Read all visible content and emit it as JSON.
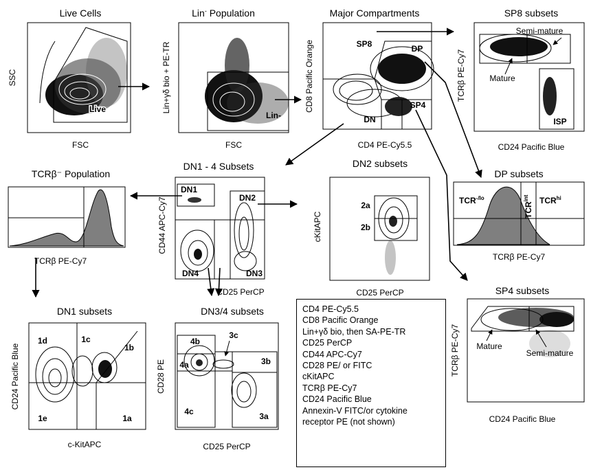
{
  "panels": {
    "live": {
      "title": "Live Cells",
      "x_label": "FSC",
      "y_label": "SSC",
      "gate": "Live"
    },
    "lin": {
      "title_main": "Lin",
      "title_sup": "-",
      "title_rest": " Population",
      "x_label": "FSC",
      "y_label": "Lin+γδ bio + PE-TR",
      "gate": "Lin-"
    },
    "major": {
      "title": "Major Compartments",
      "x_label": "CD4 PE-Cy5.5",
      "y_label": "CD8 Pacific Orange",
      "gate_sp8": "SP8",
      "gate_dp": "DP",
      "gate_sp4": "SP4",
      "gate_dn": "DN"
    },
    "sp8": {
      "title": "SP8 subsets",
      "x_label": "CD24 Pacific Blue",
      "y_label": "TCRβ PE-Cy7",
      "semi": "Semi-mature",
      "mature": "Mature",
      "isp": "ISP"
    },
    "dp": {
      "title": "DP subsets",
      "x_label": "TCRβ PE-Cy7",
      "tcr_lo_main": "TCR",
      "tcr_lo_sup": "-/lo",
      "tcr_int_main": "TCR",
      "tcr_int_sup": "int",
      "tcr_hi_main": "TCR",
      "tcr_hi_sup": "hi"
    },
    "tcrneg": {
      "title": "TCRβ⁻ Population",
      "x_label": "TCRβ PE-Cy7"
    },
    "dn14": {
      "title": "DN1 - 4 Subsets",
      "x_label": "CD25 PerCP",
      "y_label": "CD44 APC-Cy7",
      "dn1": "DN1",
      "dn2": "DN2",
      "dn3": "DN3",
      "dn4": "DN4"
    },
    "dn2": {
      "title": "DN2 subsets",
      "x_label": "CD25 PerCP",
      "y_label": "cKitAPC",
      "g2a": "2a",
      "g2b": "2b"
    },
    "sp4": {
      "title": "SP4 subsets",
      "x_label": "CD24 Pacific Blue",
      "y_label": "TCRβ PE-Cy7",
      "mature": "Mature",
      "semi": "Semi-mature"
    },
    "dn1s": {
      "title": "DN1 subsets",
      "x_label": "c-KitAPC",
      "y_label": "CD24 Pacific Blue",
      "g1a": "1a",
      "g1b": "1b",
      "g1c": "1c",
      "g1d": "1d",
      "g1e": "1e"
    },
    "dn34": {
      "title": "DN3/4 subsets",
      "x_label": "CD25 PerCP",
      "y_label": "CD28 PE",
      "g3a": "3a",
      "g3b": "3b",
      "g3c": "3c",
      "g4a": "4a",
      "g4b": "4b",
      "g4c": "4c"
    }
  },
  "legend": [
    "CD4 PE-Cy5.5",
    "CD8 Pacific Orange",
    "Lin+γδ bio, then SA-PE-TR",
    "CD25 PerCP",
    "CD44 APC-Cy7",
    "CD28 PE/ or FITC",
    "cKitAPC",
    "TCRβ PE-Cy7",
    "CD24 Pacific Blue",
    "Annexin-V FITC/or cytokine receptor PE (not shown)"
  ],
  "colors": {
    "ink": "#000000",
    "histogram_fill": "#7f7f7f",
    "dense": "#111111"
  }
}
